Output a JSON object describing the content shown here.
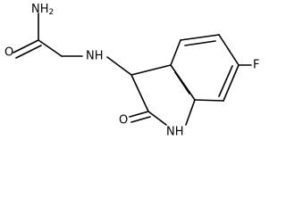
{
  "molecule": {
    "atoms": {
      "amide_nh2": "NH",
      "amide_nh2_subscript": "2",
      "amide_oxygen": "O",
      "amine_nh": "NH",
      "fluorine": "F",
      "lactam_oxygen": "O",
      "lactam_nh": "NH"
    }
  }
}
